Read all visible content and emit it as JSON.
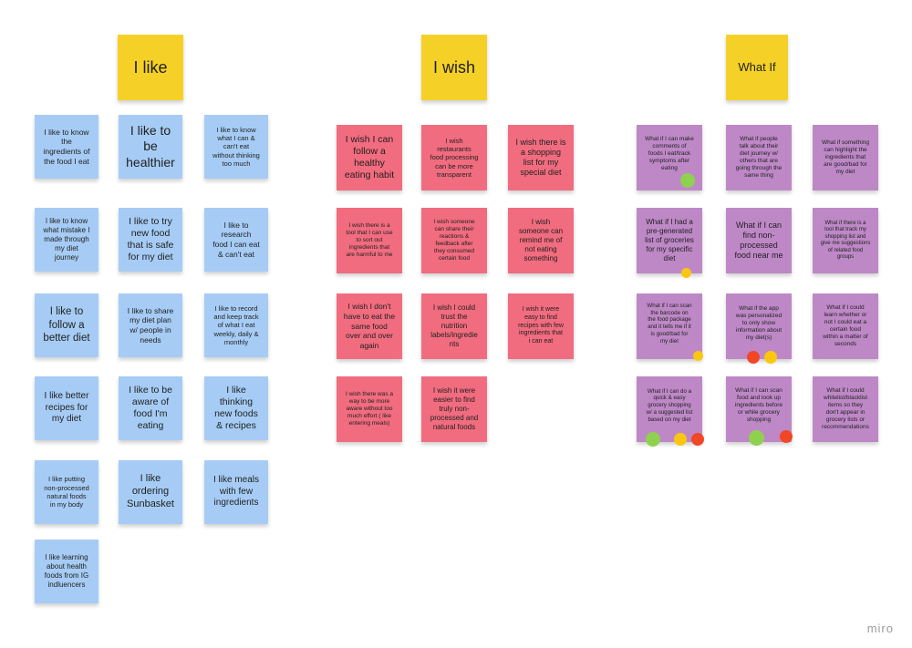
{
  "headers": {
    "like": "I like",
    "wish": "I wish",
    "whatif": "What If"
  },
  "like_notes": [
    "I like to know\nthe\ningredients of\nthe food I eat",
    "I like to\nbe\nhealthier",
    "I like to know\nwhat I can &\ncan't eat\nwithout thinking\ntoo much",
    "I like to know\nwhat mistake I\nmade through\nmy diet\njourney",
    "I like to try\nnew food\nthat is safe\nfor my diet",
    "I like to\nresearch\nfood I can eat\n& can't eat",
    "I like to\nfollow a\nbetter diet",
    "I like to share\nmy diet plan\nw/ people in\nneeds",
    "I like to record\nand keep track\nof what I eat\nweekly, daily &\nmonthly",
    "I like better\nrecipes for\nmy diet",
    "I like to be\naware of\nfood I'm\neating",
    "I like\nthinking\nnew foods\n& recipes",
    "I like putting\nnon-processed\nnatural foods\nin my body",
    "I like\nordering\nSunbasket",
    "I like meals\nwith few\ningredients",
    "I like learning\nabout health\nfoods from IG\nindluencers"
  ],
  "wish_notes": [
    "I wish I can\nfollow a\nhealthy\neating habit",
    "I wish\nrestaurants\nfood processing\ncan be more\ntransparent",
    "I wish there is\na shopping\nlist for my\nspecial diet",
    "I wish there is a\ntool that I can use\nto sort out\ningredients that\nare harmful to me",
    "I wish someone\ncan share their\nreactions &\nfeedback after\nthey consumed\ncertain food",
    "I wish\nsomeone can\nremind me of\nnot eating\nsomething",
    "I wish I don't\nhave to eat the\nsame food\nover and over\nagain",
    "I wish I could\ntrust the\nnutrition\nlabels/ingredie\nnts",
    "I wish it were\neasy to find\nrecipes with few\ningredients that\ni can eat",
    "I wish there was a\nway to be more\naware without too\nmuch effort ( like\nentering meals)",
    "I wish it were\neasier to find\ntruly non-\nprocessed and\nnatural foods"
  ],
  "whatif_notes": [
    "What if I can make\ncomments of\nfoods I eat/track\nsymptoms after\neating",
    "What if people\ntalk about their\ndiet journey w/\nothers that are\ngoing through the\nsame thing",
    "What if something\ncan highlight the\ningredients that\nare good/bad for\nmy diet",
    "What if I had a\npre-generated\nlist of groceries\nfor my specific\ndiet",
    "What if I can\nfind non-\nprocessed\nfood near me",
    "What if there is a\ntool that track my\nshopping list and\ngive me suggestions\nof related food\ngroups",
    "What if I can scan\nthe barcode on\nthe food package\nand it tells me if it\nis good/bad for\nmy diet",
    "What if the app\nwas personalized\nto only show\ninformation about\nmy diet(s)",
    "What if I could\nlearn whether or\nnot I could eat a\ncertain food\nwithin a matter of\nseconds",
    "What if I can do a\nquick & easy\ngrocery shopping\nw/ a suggested list\nbased on my diet",
    "What if I can scan\nfood and look up\ningredients before\nor while grocery\nshopping",
    "What if I could\nwhitelist/blacklist\nitems so they\ndon't appear in\ngrocery lists or\nrecommendations"
  ],
  "brand": "miro",
  "colors": {
    "header": "#f5d128",
    "like": "#a6ccf5",
    "wish": "#f16c7f",
    "whatif": "#be88c7",
    "vote_green": "#8fd14f",
    "vote_yellow": "#fac710",
    "vote_red": "#f24726"
  }
}
